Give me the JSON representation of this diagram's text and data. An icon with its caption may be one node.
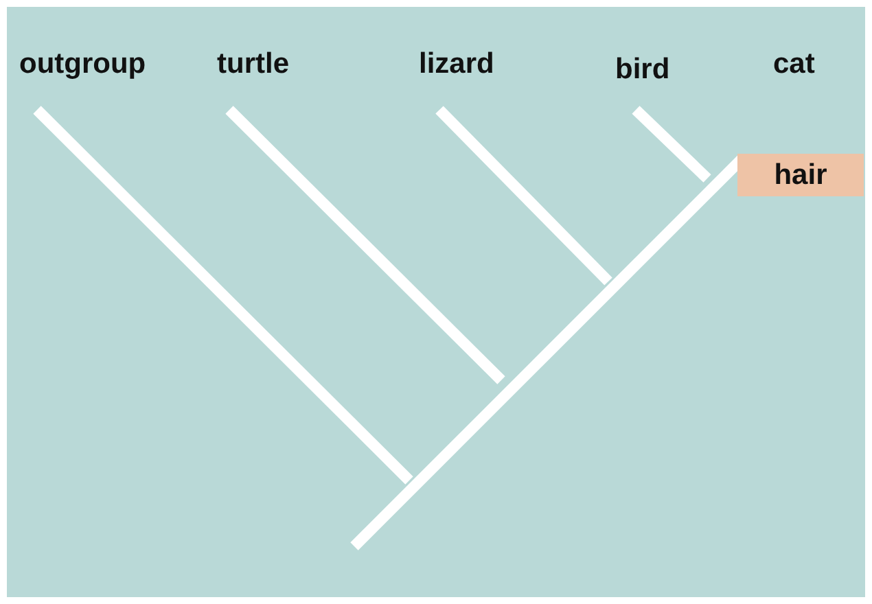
{
  "diagram": {
    "nodes": [
      {
        "text": [
          "hair"
        ]
      }
    ],
    "labels": [
      "outgroup",
      "turtle",
      "lizard",
      "bird",
      "cat"
    ]
  }
}
